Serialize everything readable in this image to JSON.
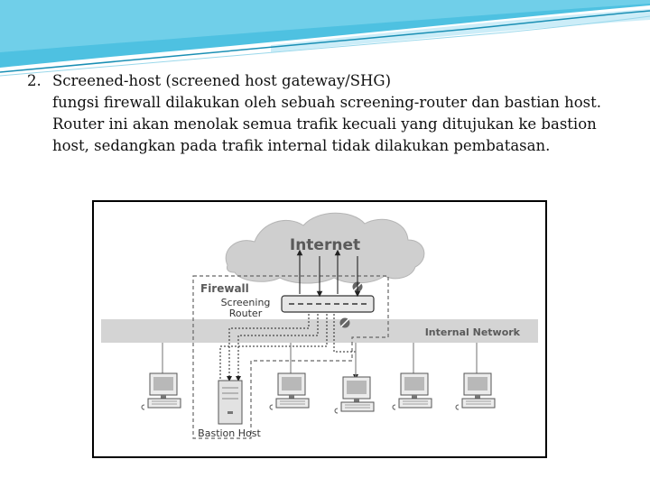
{
  "slide": {
    "item_number": "2.",
    "heading": "Screened-host (screened host gateway/SHG)",
    "body": "fungsi firewall dilakukan oleh sebuah screening-router dan bastian host. Router ini akan menolak semua trafik kecuali yang ditujukan ke bastion host, sedangkan pada trafik internal tidak dilakukan pembatasan."
  },
  "diagram": {
    "internet_label": "Internet",
    "firewall_label": "Firewall",
    "router_label_line1": "Screening",
    "router_label_line2": "Router",
    "network_label": "Internal Network",
    "bastion_label": "Bastion Host"
  },
  "colors": {
    "header_cyan": "#2fb6dc",
    "header_light": "#bfe9f6",
    "cloud": "#cfcfcf",
    "network_band": "#d4d4d4",
    "label_gray": "#5a5a5a"
  }
}
